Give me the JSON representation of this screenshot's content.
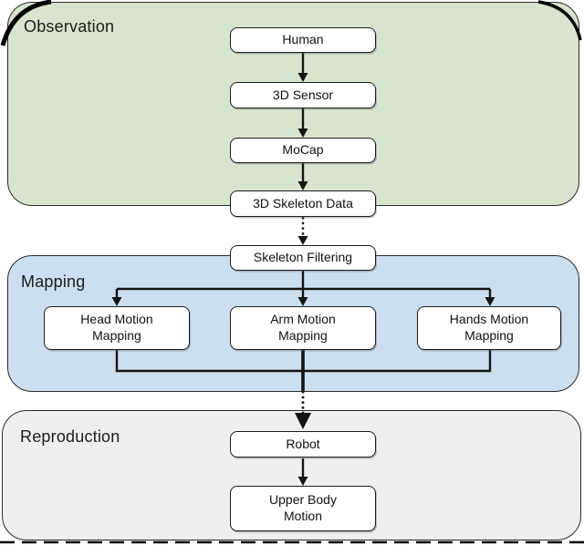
{
  "figure": {
    "type": "flowchart",
    "description_visible": false
  },
  "sections": {
    "observation": {
      "title": "Observation",
      "bg": "#d8e5ce"
    },
    "mapping": {
      "title": "Mapping",
      "bg": "#cbdff0"
    },
    "reproduction": {
      "title": "Reproduction",
      "bg": "#efefef"
    }
  },
  "nodes": {
    "human": {
      "label": "Human"
    },
    "sensor": {
      "label": "3D Sensor"
    },
    "mocap": {
      "label": "MoCap"
    },
    "skeleton": {
      "label": "3D Skeleton Data"
    },
    "filtering": {
      "label": "Skeleton Filtering"
    },
    "head": {
      "label": "Head Motion\nMapping"
    },
    "arm": {
      "label": "Arm Motion\nMapping"
    },
    "hands": {
      "label": "Hands Motion\nMapping"
    },
    "robot": {
      "label": "Robot"
    },
    "upper": {
      "label": "Upper Body\nMotion"
    }
  },
  "colors": {
    "line": "#141414",
    "node_border": "#1d1d1d",
    "section_border": "#2b2b2b"
  }
}
